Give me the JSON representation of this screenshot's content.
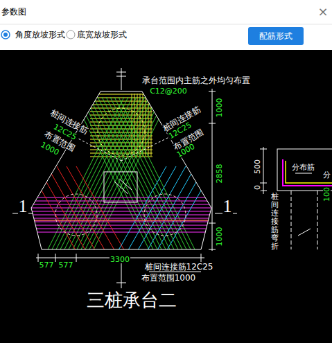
{
  "diagram": {
    "title": "参数图",
    "caption": "三桩承台二",
    "nodes": [
      {
        "text": [
          "配筋形式"
        ]
      }
    ],
    "labels": [
      "×",
      "角度放坡形式",
      "底宽放坡形式",
      "承台范围内主筋之外均匀布置",
      "C12@200",
      "桩间连接筋",
      "12C25",
      "布置范围",
      "1000",
      "桩间连接筋",
      "12C25",
      "布置范围",
      "1000",
      "1000",
      "2858",
      "1000",
      "1",
      "1",
      "577",
      "577",
      "3300",
      "桩间连接筋12C25",
      "布置范围1000",
      "500",
      "0",
      "分布筋",
      "分",
      "桩间连接筋弯折",
      "100"
    ]
  }
}
